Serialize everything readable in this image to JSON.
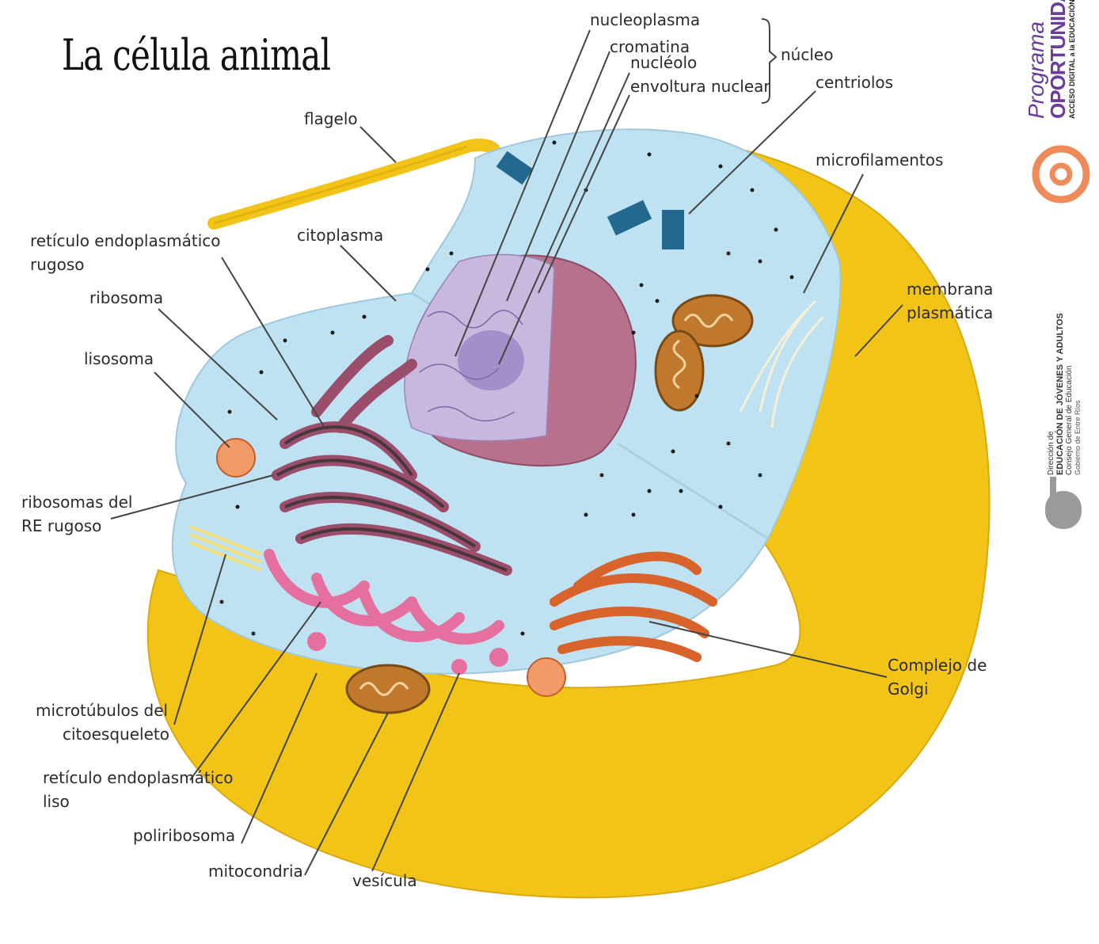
{
  "title": "La célula animal",
  "labels": {
    "nucleoplasma": "nucleoplasma",
    "cromatina": "cromatina",
    "nucleolo": "nucléolo",
    "envoltura_nuclear": "envoltura nuclear",
    "nucleo": "núcleo",
    "centriolos": "centriolos",
    "flagelo": "flagelo",
    "microfilamentos": "microfilamentos",
    "reticulo_rugoso_1": "retículo endoplasmático",
    "reticulo_rugoso_2": "rugoso",
    "citoplasma": "citoplasma",
    "ribosoma": "ribosoma",
    "membrana_1": "membrana",
    "membrana_2": "plasmática",
    "lisosoma": "lisosoma",
    "ribosomas_re_1": "ribosomas del",
    "ribosomas_re_2": "RE rugoso",
    "golgi_1": "Complejo de",
    "golgi_2": "Golgi",
    "microtubulos_1": "microtúbulos del",
    "microtubulos_2": "citoesqueleto",
    "reticulo_liso_1": "retículo endoplasmático",
    "reticulo_liso_2": "liso",
    "poliribosoma": "poliribosoma",
    "mitocondria": "mitocondria",
    "vesicula": "vesícula"
  },
  "logos": {
    "programa_1": "Programa",
    "programa_2": "OPORTUNIDADES",
    "programa_3": "ACCESO DIGITAL a la EDUCACIÓN SECUNDARIA",
    "dir_1": "Dirección de",
    "dir_2": "EDUCACIÓN DE JÓVENES Y ADULTOS",
    "dir_3": "Consejo General de Educación",
    "dir_4": "Gobierno de Entre Ríos"
  },
  "colors": {
    "membrane": "#f2c418",
    "cytoplasm": "#bfe2f2",
    "nucleus": "#b7718c",
    "nucleoplasm": "#c9b8de",
    "er_rough": "#9a4e6c",
    "er_smooth": "#e56f9e",
    "golgi": "#d8632b",
    "mitochondria": "#c0782c",
    "centriole": "#23688e",
    "leader_line": "#444444"
  }
}
